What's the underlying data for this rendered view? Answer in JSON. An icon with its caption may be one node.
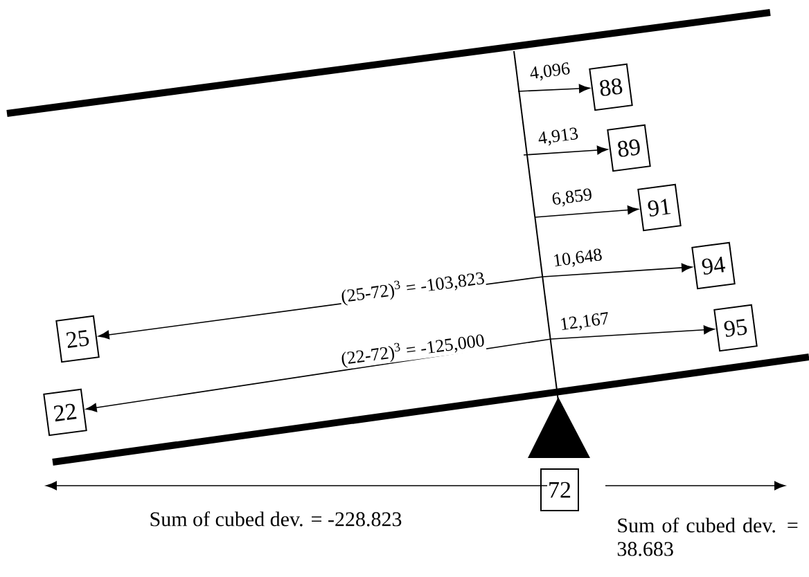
{
  "diagram": {
    "nodes": [
      {
        "text": [
          "88"
        ]
      },
      {
        "text": [
          "89"
        ]
      },
      {
        "text": [
          "91"
        ]
      },
      {
        "text": [
          "94"
        ]
      },
      {
        "text": [
          "95"
        ]
      },
      {
        "text": [
          "25"
        ]
      },
      {
        "text": [
          "22"
        ]
      },
      {
        "text": [
          "72"
        ]
      }
    ],
    "edges": [
      {
        "from": null,
        "to": 0,
        "arrow": "to",
        "label": "4,096"
      },
      {
        "from": null,
        "to": 1,
        "arrow": "to",
        "label": "4,913"
      },
      {
        "from": null,
        "to": 2,
        "arrow": "to",
        "label": "6,859"
      },
      {
        "from": null,
        "to": 3,
        "arrow": "to",
        "label": "10,648"
      },
      {
        "from": null,
        "to": 4,
        "arrow": "to",
        "label": "12,167"
      },
      {
        "from": null,
        "to": 5,
        "arrow": "to",
        "label": "(25-72)$^{3}$ = -103,823"
      },
      {
        "from": null,
        "to": 6,
        "arrow": "to",
        "label": "(22-72)$^{3}$ = -125,000"
      }
    ],
    "labels": [
      "Sum of cubed dev. = -228.823",
      "Sum of cubed dev. = 38.683"
    ]
  }
}
